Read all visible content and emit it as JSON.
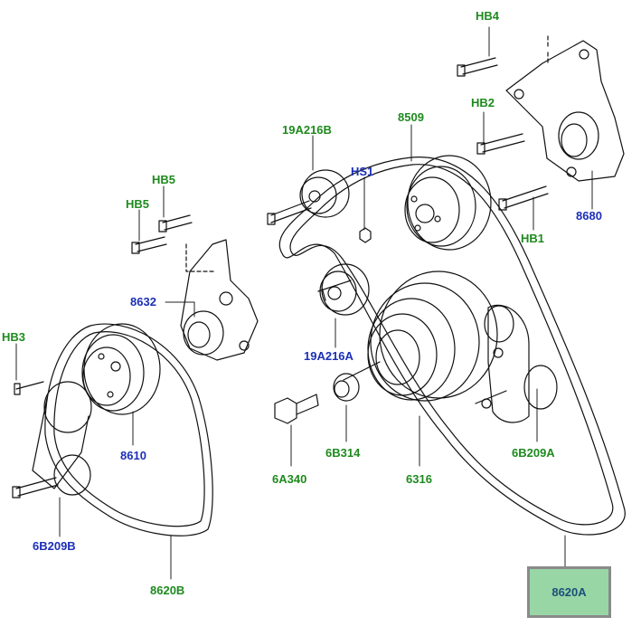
{
  "diagram": {
    "callouts": [
      {
        "id": "hb4",
        "text": "HB4",
        "color": "green"
      },
      {
        "id": "hb2",
        "text": "HB2",
        "color": "green"
      },
      {
        "id": "hb1",
        "text": "HB1",
        "color": "green"
      },
      {
        "id": "8680",
        "text": "8680",
        "color": "blue"
      },
      {
        "id": "19a216b",
        "text": "19A216B",
        "color": "green"
      },
      {
        "id": "8509",
        "text": "8509",
        "color": "green"
      },
      {
        "id": "hs1",
        "text": "HS1",
        "color": "blue"
      },
      {
        "id": "hb5a",
        "text": "HB5",
        "color": "green"
      },
      {
        "id": "hb5b",
        "text": "HB5",
        "color": "green"
      },
      {
        "id": "8632",
        "text": "8632",
        "color": "blue"
      },
      {
        "id": "hb3",
        "text": "HB3",
        "color": "green"
      },
      {
        "id": "19a216a",
        "text": "19A216A",
        "color": "blue"
      },
      {
        "id": "8610",
        "text": "8610",
        "color": "blue"
      },
      {
        "id": "6b314",
        "text": "6B314",
        "color": "green"
      },
      {
        "id": "6a340",
        "text": "6A340",
        "color": "green"
      },
      {
        "id": "6316",
        "text": "6316",
        "color": "green"
      },
      {
        "id": "6b209a",
        "text": "6B209A",
        "color": "green"
      },
      {
        "id": "6b209b",
        "text": "6B209B",
        "color": "blue"
      },
      {
        "id": "8620b",
        "text": "8620B",
        "color": "green"
      }
    ],
    "selected_part": "8620A",
    "colors": {
      "callout_green": "#1e8a1e",
      "callout_blue": "#1c2fb8",
      "selected_fill": "#98d6a5",
      "selected_border": "#8a8a8a",
      "line_art": "#111111"
    }
  }
}
